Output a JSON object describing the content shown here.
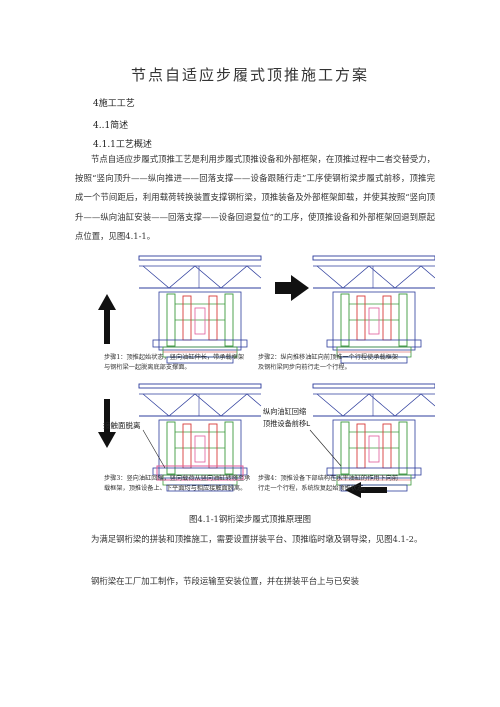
{
  "title": "节点自适应步履式顶推施工方案",
  "h1": "4施工工艺",
  "h2": "4..1简述",
  "h3": "4.1.1工艺概述",
  "para1": "节点自适应步履式顶推工艺是利用步履式顶推设备和外部框架，在顶推过程中二者交替受力，按照“竖向顶升——纵向推进——回落支撑——设备跟随行走”工序使钢桁梁步履式前移，顶推完成一个节间距后，利用载荷转换装置支撑钢桁梁，顶推装备及外部框架卸载，并使其按照“竖向顶升——纵向油缸安装——回落支撑——设备回退复位”的工序，使顶推设备和外部框架回退到原起点位置，见图4.1-1。",
  "figure": {
    "step1": "步骤1：顶推起始状态，竖向油缸伸长，带承载框架与钢桁梁一起脱离底部支撑面。",
    "step2": "步骤2：纵向推移油缸向前顶推一个行程使承载框架及钢桁梁同步向前行走一个行程。",
    "step3": "步骤3：竖向油缸回缩，竖向载荷从竖向油缸转移至承载框架，顶推设备上、下平面均与相应接触面脱离。",
    "step4": "步骤4：顶推设备下部结构在水平油缸的作用下向前行走一个行程，系统恢复起始顶推状态。",
    "label_detach": "接触面脱离",
    "label_retract": "纵向油缸回缩",
    "label_forward": "顶推设备前移L",
    "caption": "图4.1-1钢桁梁步履式顶推原理图"
  },
  "para2": "为满足钢桁梁的拼装和顶推施工，需要设置拼装平台、顶推临时墩及钢导梁，见图4.1-2。",
  "para3": "钢桁梁在工厂加工制作，节段运输至安装位置，并在拼装平台上与已安装",
  "colors": {
    "frame_blue": "#2c3c9c",
    "steel_green": "#3c9a3c",
    "jack_red": "#d83a3a",
    "highlight_pink": "#e05a9a",
    "arrow": "#111111"
  }
}
